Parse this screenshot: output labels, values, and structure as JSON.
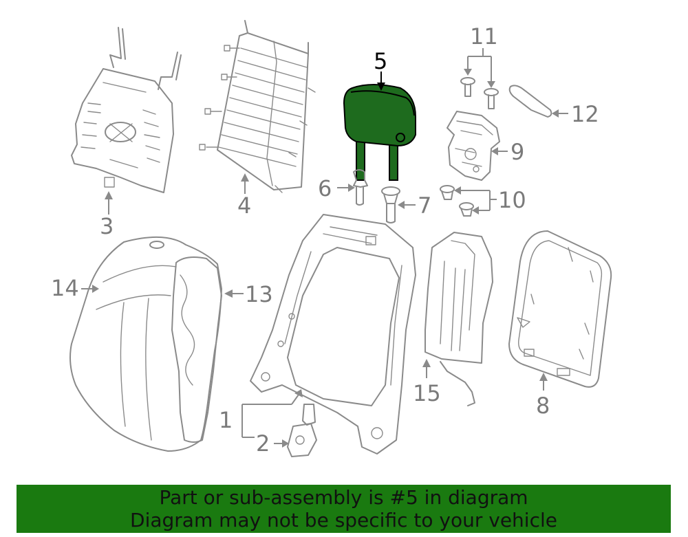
{
  "callouts": {
    "c1": "1",
    "c2": "2",
    "c3": "3",
    "c4": "4",
    "c5": "5",
    "c6": "6",
    "c7": "7",
    "c8": "8",
    "c9": "9",
    "c10": "10",
    "c11": "11",
    "c12": "12",
    "c13": "13",
    "c14": "14",
    "c15": "15"
  },
  "highlight_color": "#1e6b1e",
  "banner": {
    "line1": "Part or sub-assembly is #5 in diagram",
    "line2": "Diagram may not be specific to your vehicle",
    "background": "#1a7a10"
  }
}
